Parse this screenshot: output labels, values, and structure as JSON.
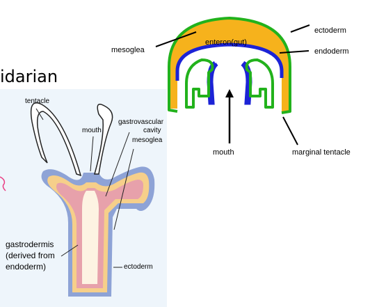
{
  "heading": "idarian",
  "medusa": {
    "labels": {
      "mesoglea": "mesoglea",
      "enteron": "enteron(gut)",
      "ectoderm": "ectoderm",
      "endoderm": "endoderm",
      "mouth": "mouth",
      "marginal_tentacle": "marginal tentacle"
    },
    "colors": {
      "mesoglea": "#f6b21c",
      "endoderm": "#1c23d6",
      "ectoderm": "#22b21c"
    }
  },
  "polyp": {
    "labels": {
      "tentacle": "tentacle",
      "mouth": "mouth",
      "gastrovascular_1": "gastrovascular",
      "gastrovascular_2": "cavity",
      "mesoglea": "mesoglea",
      "gastrodermis_1": "gastrodermis",
      "gastrodermis_2": "(derived from",
      "gastrodermis_3": "endoderm)",
      "ectoderm": "ectoderm"
    },
    "colors": {
      "ectoderm": "#8ea3d6",
      "mesoglea": "#f6cf8a",
      "gastrodermis": "#e7a1ab",
      "cavity": "#fdf3e2",
      "panel": "#eef5fb"
    }
  }
}
